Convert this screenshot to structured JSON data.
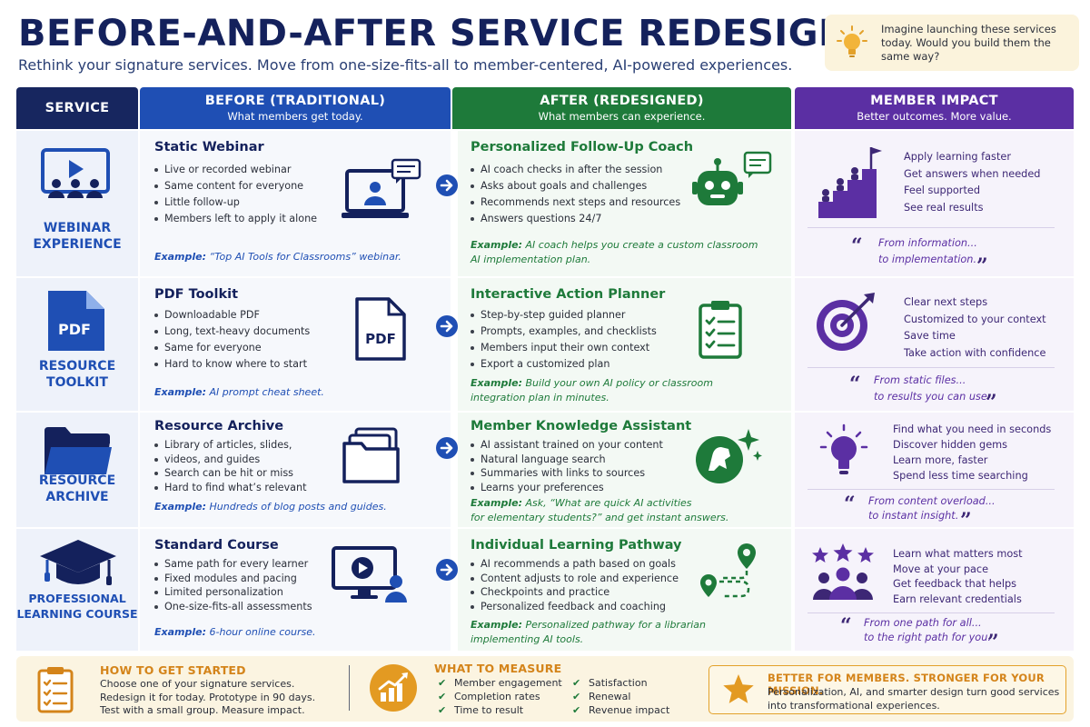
{
  "header": {
    "title": "BEFORE-AND-AFTER SERVICE REDESIGN",
    "subtitle": "Rethink your signature services. Move from one-size-fits-all to member-centered, AI-powered experiences.",
    "prompt": "Imagine launching these services today. Would you build them the same way?",
    "prompt_icon": "lightbulb-icon"
  },
  "columns": {
    "service": {
      "title": "SERVICE"
    },
    "before": {
      "title": "BEFORE (TRADITIONAL)",
      "subtitle": "What members get today."
    },
    "after": {
      "title": "AFTER (REDESIGNED)",
      "subtitle": "What members can experience."
    },
    "impact": {
      "title": "MEMBER IMPACT",
      "subtitle": "Better outcomes. More value."
    }
  },
  "colors": {
    "navy": "#14215c",
    "blue": "#1f4fb4",
    "green": "#1e7a3a",
    "purple": "#5b2fa3",
    "orange": "#d4841a"
  },
  "rows": [
    {
      "service": {
        "line1": "WEBINAR",
        "line2": "EXPERIENCE",
        "icon": "webinar-monitor-icon"
      },
      "before": {
        "title": "Static Webinar",
        "bullets": [
          "Live or recorded webinar",
          "Same content for everyone",
          "Little follow-up",
          "Members left to apply it alone"
        ],
        "example_label": "Example:",
        "example_text": "“Top AI Tools for Classrooms” webinar.",
        "icon": "laptop-video-call-icon"
      },
      "after": {
        "title": "Personalized Follow-Up Coach",
        "bullets": [
          "AI coach checks in after the session",
          "Asks about goals and challenges",
          "Recommends next steps and resources",
          "Answers questions 24/7"
        ],
        "example_label": "Example:",
        "example_line1": "AI coach helps you create a custom classroom",
        "example_line2": "AI implementation plan.",
        "icon": "robot-chat-icon"
      },
      "impact": {
        "bullets": [
          "Apply learning faster",
          "Get answers when needed",
          "Feel supported",
          "See real results"
        ],
        "quote_line1": "From information...",
        "quote_line2": "to implementation.",
        "icon": "people-stairs-flag-icon"
      }
    },
    {
      "service": {
        "line1": "RESOURCE",
        "line2": "TOOLKIT",
        "icon": "pdf-document-icon",
        "icon_text": "PDF"
      },
      "before": {
        "title": "PDF Toolkit",
        "bullets": [
          "Downloadable PDF",
          "Long, text-heavy documents",
          "Same for everyone",
          "Hard to know where to start"
        ],
        "example_label": "Example:",
        "example_text": "AI prompt cheat sheet.",
        "icon": "pdf-file-icon",
        "icon_text": "PDF"
      },
      "after": {
        "title": "Interactive Action Planner",
        "bullets": [
          "Step-by-step guided planner",
          "Prompts, examples, and checklists",
          "Members input their own context",
          "Export a customized plan"
        ],
        "example_label": "Example:",
        "example_line1": "Build your own AI policy or classroom",
        "example_line2": "integration plan in minutes.",
        "icon": "clipboard-checklist-icon"
      },
      "impact": {
        "bullets": [
          "Clear next steps",
          "Customized to your context",
          "Save time",
          "Take action with confidence"
        ],
        "quote_line1": "From static files...",
        "quote_line2": "to results you can use.",
        "icon": "target-arrow-icon"
      }
    },
    {
      "service": {
        "line1": "RESOURCE",
        "line2": "ARCHIVE",
        "icon": "folder-icon"
      },
      "before": {
        "title": "Resource Archive",
        "bullets": [
          "Library of articles, slides,",
          "videos, and guides",
          "Search can be hit or miss",
          "Hard to find what’s relevant"
        ],
        "example_label": "Example:",
        "example_text": "Hundreds of blog posts and guides.",
        "icon": "stacked-folders-icon"
      },
      "after": {
        "title": "Member Knowledge Assistant",
        "bullets": [
          "AI assistant trained on your content",
          "Natural language search",
          "Summaries with links to sources",
          "Learns your preferences"
        ],
        "example_label": "Example:",
        "example_line1": "Ask, “What are quick AI activities",
        "example_line2": "for elementary students?” and get instant answers.",
        "icon": "sparkle-assistant-icon"
      },
      "impact": {
        "bullets": [
          "Find what you need in seconds",
          "Discover hidden gems",
          "Learn more, faster",
          "Spend less time searching"
        ],
        "quote_line1": "From content overload...",
        "quote_line2": "to instant insight.",
        "icon": "lightbulb-icon"
      }
    },
    {
      "service": {
        "line1": "PROFESSIONAL",
        "line2": "LEARNING COURSE",
        "icon": "graduation-cap-icon"
      },
      "before": {
        "title": "Standard Course",
        "bullets": [
          "Same path for every learner",
          "Fixed modules and pacing",
          "Limited personalization",
          "One-size-fits-all assessments"
        ],
        "example_label": "Example:",
        "example_text": "6-hour online course.",
        "icon": "monitor-video-learner-icon"
      },
      "after": {
        "title": "Individual Learning Pathway",
        "bullets": [
          "AI recommends a path based on goals",
          "Content adjusts to role and experience",
          "Checkpoints and practice",
          "Personalized feedback and coaching"
        ],
        "example_label": "Example:",
        "example_line1": "Personalized pathway for a librarian",
        "example_line2": "implementing AI tools.",
        "icon": "map-path-pins-icon"
      },
      "impact": {
        "bullets": [
          "Learn what matters most",
          "Move at your pace",
          "Get feedback that helps",
          "Earn relevant credentials"
        ],
        "quote_line1": "From one path for all...",
        "quote_line2": "to the right path for you.",
        "icon": "group-stars-icon"
      }
    }
  ],
  "footer": {
    "get_started": {
      "title": "HOW TO GET STARTED",
      "line1": "Choose one of your signature services.",
      "line2": "Redesign it for today. Prototype in 90 days.",
      "line3": "Test with a small group. Measure impact.",
      "icon": "checklist-clipboard-icon"
    },
    "measure": {
      "title": "WHAT TO MEASURE",
      "left": [
        "Member engagement",
        "Completion rates",
        "Time to result"
      ],
      "right": [
        "Satisfaction",
        "Renewal",
        "Revenue impact"
      ],
      "icon": "growth-chart-icon"
    },
    "mission": {
      "title": "BETTER FOR MEMBERS. STRONGER FOR YOUR MISSION.",
      "line1": "Personalization, AI, and smarter design turn good services",
      "line2": "into transformational experiences.",
      "icon": "star-icon"
    }
  }
}
